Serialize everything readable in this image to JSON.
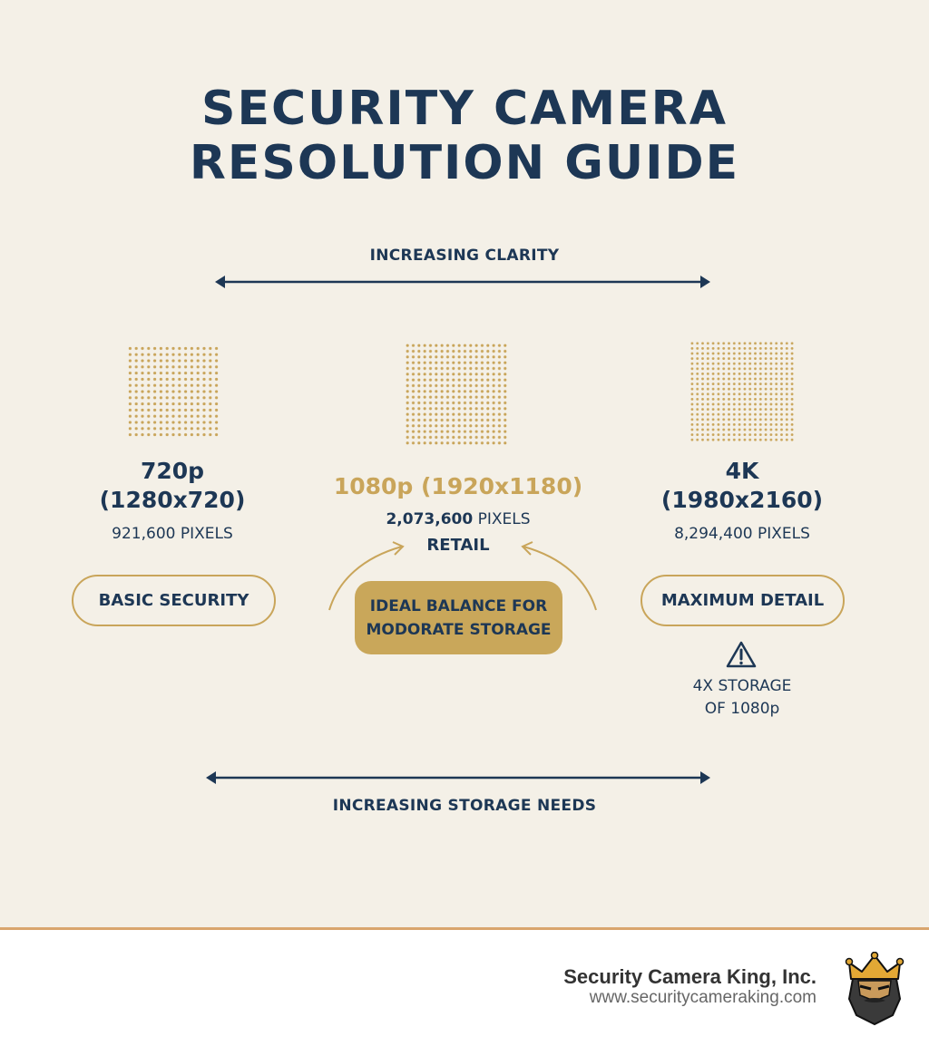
{
  "title": {
    "line1": "SECURITY CAMERA",
    "line2": "RESOLUTION GUIDE"
  },
  "top_axis": {
    "label": "INCREASING CLARITY",
    "direction": "bidirectional"
  },
  "bottom_axis": {
    "label": "INCREASING STORAGE NEEDS",
    "direction": "bidirectional"
  },
  "resolutions": [
    {
      "name": "720p",
      "dimensions": "(1280x720)",
      "pixel_count": "921,600",
      "pixel_suffix": "PIXELS",
      "use_case": "BASIC SECURITY",
      "grid_dots": "15x15"
    },
    {
      "name_line": "1080p (1920x1180)",
      "pixel_count": "2,073,600",
      "pixel_suffix": "PIXELS",
      "tag": "RETAIL",
      "use_case_line1": "IDEAL BALANCE FOR",
      "use_case_line2": "MODORATE STORAGE",
      "highlighted": true,
      "grid_dots": "18x18"
    },
    {
      "name": "4K",
      "dimensions": "(1980x2160)",
      "pixel_count": "8,294,400",
      "pixel_suffix": "PIXELS",
      "use_case": "MAXIMUM DETAIL",
      "warning_icon": "warning-triangle-icon",
      "warning_line1": "4X STORAGE",
      "warning_line2": "OF 1080p",
      "grid_dots": "20x20"
    }
  ],
  "footer": {
    "company": "Security Camera King, Inc.",
    "website": "www.securitycameraking.com",
    "logo_icon": "king-mascot-icon"
  },
  "colors": {
    "navy": "#1d3755",
    "gold": "#c9a55a",
    "background": "#f4f0e7",
    "divider": "#d9a56e"
  }
}
